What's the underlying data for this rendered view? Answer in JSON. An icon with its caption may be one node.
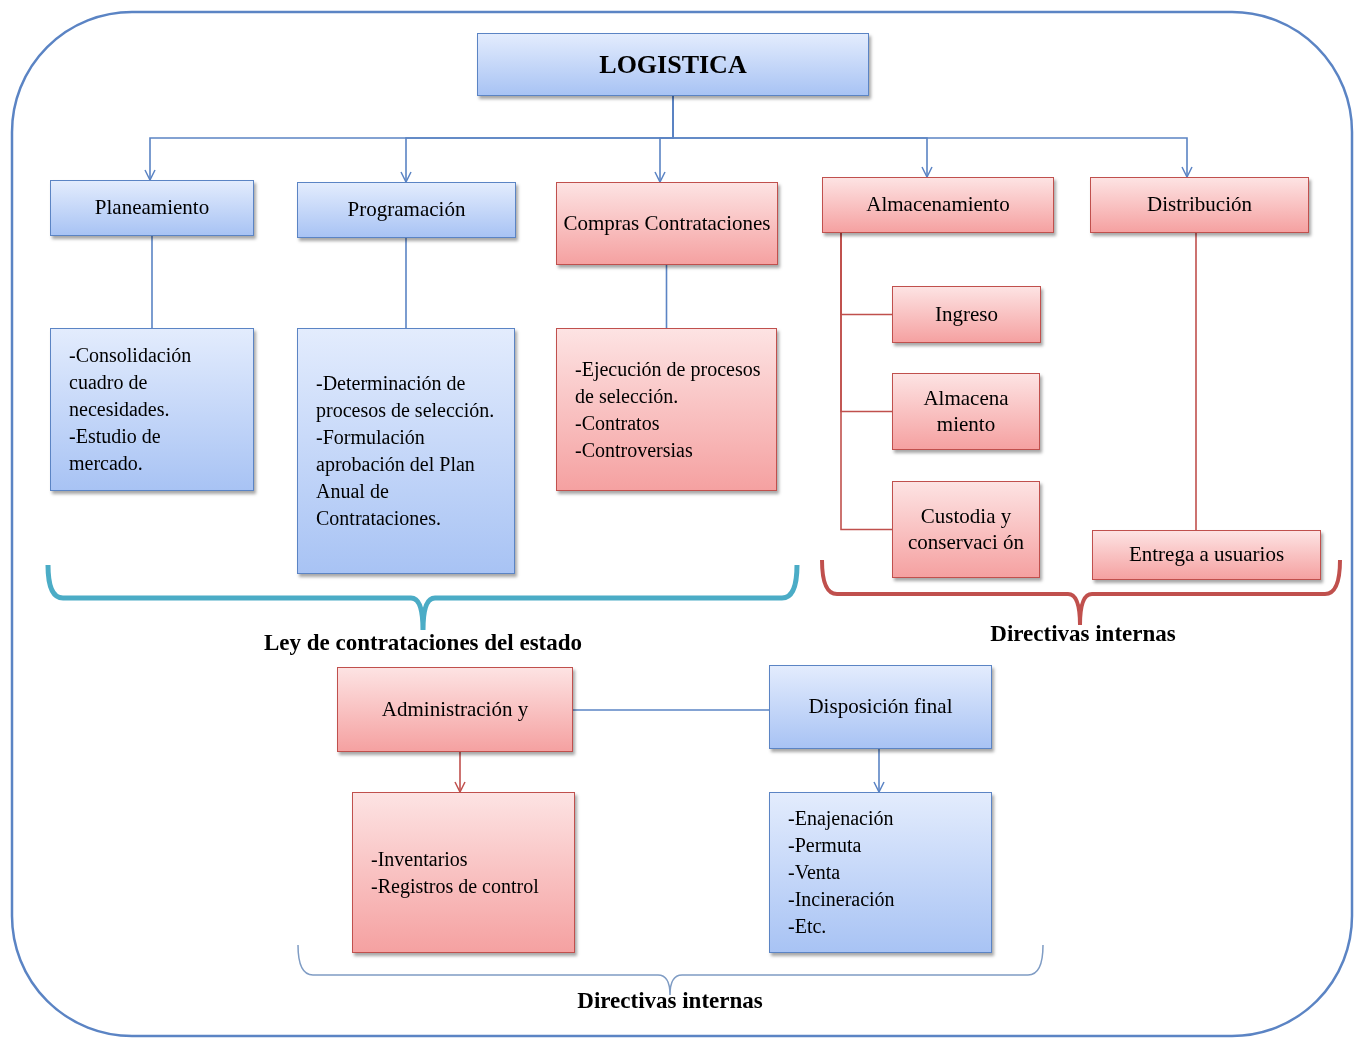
{
  "diagram": {
    "nodes": [
      {
        "text": [
          "LOGISTICA"
        ]
      },
      {
        "text": [
          "Planeamiento"
        ]
      },
      {
        "text": [
          "Programación"
        ]
      },
      {
        "text": [
          "Compras Contrataciones"
        ]
      },
      {
        "text": [
          "Almacenamiento"
        ]
      },
      {
        "text": [
          "Distribución"
        ]
      },
      {
        "text": [
          "-Consolidación cuadro de necesidades.",
          "-Estudio de mercado."
        ]
      },
      {
        "text": [
          "-Determinación de procesos de selección.",
          "-Formulación aprobación del Plan Anual de Contrataciones."
        ]
      },
      {
        "text": [
          "-Ejecución de procesos de selección.",
          "-Contratos",
          "-Controversias"
        ]
      },
      {
        "text": [
          "Ingreso"
        ]
      },
      {
        "text": [
          "Almacena miento"
        ]
      },
      {
        "text": [
          "Custodia y conservaci ón"
        ]
      },
      {
        "text": [
          "Entrega a usuarios"
        ]
      },
      {
        "text": [
          "Administración y"
        ]
      },
      {
        "text": [
          "Disposición final"
        ]
      },
      {
        "text": [
          "-Inventarios",
          "-Registros de control"
        ]
      },
      {
        "text": [
          "-Enajenación",
          "-Permuta",
          "-Venta",
          "-Incineración",
          "-Etc."
        ]
      }
    ],
    "edges": [
      {
        "from": 0,
        "to": 1,
        "arrow": "to"
      },
      {
        "from": 0,
        "to": 2,
        "arrow": "to"
      },
      {
        "from": 0,
        "to": 3,
        "arrow": "to"
      },
      {
        "from": 0,
        "to": 4,
        "arrow": "to"
      },
      {
        "from": 0,
        "to": 5,
        "arrow": "to"
      },
      {
        "from": 1,
        "to": 6,
        "arrow": "none"
      },
      {
        "from": 2,
        "to": 7,
        "arrow": "none"
      },
      {
        "from": 3,
        "to": 8,
        "arrow": "none"
      },
      {
        "from": 4,
        "to": 9,
        "arrow": "none",
        "color": "#c0504d"
      },
      {
        "from": 4,
        "to": 10,
        "arrow": "none",
        "color": "#c0504d"
      },
      {
        "from": 4,
        "to": 11,
        "arrow": "none",
        "color": "#c0504d"
      },
      {
        "from": 5,
        "to": 12,
        "arrow": "none",
        "color": "#c0504d"
      },
      {
        "from": 13,
        "to": 14,
        "arrow": "none"
      },
      {
        "from": 13,
        "to": 15,
        "arrow": "to",
        "color": "#c0504d"
      },
      {
        "from": 14,
        "to": 16,
        "arrow": "to"
      }
    ],
    "labels": [
      "Ley de contrataciones del estado",
      "Directivas internas",
      "Directivas internas"
    ]
  }
}
